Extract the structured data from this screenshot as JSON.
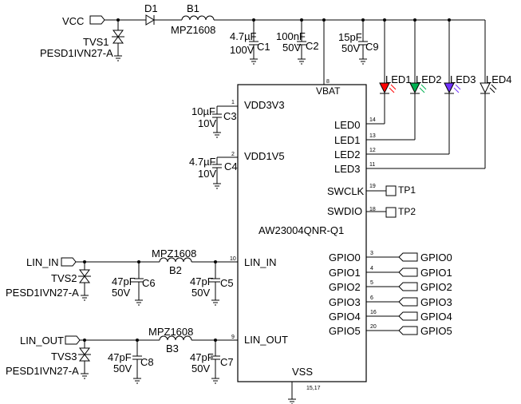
{
  "power": {
    "vcc_label": "VCC",
    "vbat_label": "VBAT",
    "vbat_pin": "8",
    "vss_label": "VSS",
    "vss_pins": "15,17"
  },
  "ic": {
    "name": "AW23004QNR-Q1",
    "left_pins": [
      {
        "label": "VDD3V3",
        "num": "1"
      },
      {
        "label": "VDD1V5",
        "num": "2"
      },
      {
        "label": "LIN_IN",
        "num": "10"
      },
      {
        "label": "LIN_OUT",
        "num": "9"
      }
    ],
    "led_pins": [
      {
        "label": "LED0",
        "num": "14"
      },
      {
        "label": "LED1",
        "num": "13"
      },
      {
        "label": "LED2",
        "num": "12"
      },
      {
        "label": "LED3",
        "num": "11"
      }
    ],
    "swd_pins": [
      {
        "label": "SWCLK",
        "num": "19",
        "tp": "TP1"
      },
      {
        "label": "SWDIO",
        "num": "18",
        "tp": "TP2"
      }
    ],
    "gpio_pins": [
      {
        "label": "GPIO0",
        "num": "3",
        "net": "GPIO0"
      },
      {
        "label": "GPIO1",
        "num": "4",
        "net": "GPIO1"
      },
      {
        "label": "GPIO2",
        "num": "5",
        "net": "GPIO2"
      },
      {
        "label": "GPIO3",
        "num": "6",
        "net": "GPIO3"
      },
      {
        "label": "GPIO4",
        "num": "16",
        "net": "GPIO4"
      },
      {
        "label": "GPIO5",
        "num": "20",
        "net": "GPIO5"
      }
    ]
  },
  "components": {
    "d1": "D1",
    "b1": {
      "ref": "B1",
      "value": "MPZ1608"
    },
    "b2": {
      "ref": "B2",
      "value": "MPZ1608"
    },
    "b3": {
      "ref": "B3",
      "value": "MPZ1608"
    },
    "tvs1": {
      "ref": "TVS1",
      "value": "PESD1IVN27-A"
    },
    "tvs2": {
      "ref": "TVS2",
      "value": "PESD1IVN27-A"
    },
    "tvs3": {
      "ref": "TVS3",
      "value": "PESD1IVN27-A"
    },
    "c1": {
      "ref": "C1",
      "cap": "4.7µF",
      "volt": "100V"
    },
    "c2": {
      "ref": "C2",
      "cap": "100nF",
      "volt": "50V"
    },
    "c9": {
      "ref": "C9",
      "cap": "15pF",
      "volt": "50V"
    },
    "c3": {
      "ref": "C3",
      "cap": "10µF",
      "volt": "10V"
    },
    "c4": {
      "ref": "C4",
      "cap": "4.7µF",
      "volt": "10V"
    },
    "c6": {
      "ref": "C6",
      "cap": "47pF",
      "volt": "50V"
    },
    "c5": {
      "ref": "C5",
      "cap": "47pF",
      "volt": "50V"
    },
    "c8": {
      "ref": "C8",
      "cap": "47pF",
      "volt": "50V"
    },
    "c7": {
      "ref": "C7",
      "cap": "47pF",
      "volt": "50V"
    }
  },
  "ports": {
    "lin_in": "LIN_IN",
    "lin_out": "LIN_OUT"
  },
  "leds": [
    {
      "ref": "LED1",
      "color": "#ff0000"
    },
    {
      "ref": "LED2",
      "color": "#00b050"
    },
    {
      "ref": "LED3",
      "color": "#7030ff"
    },
    {
      "ref": "LED4",
      "color": "#ffffff"
    }
  ]
}
